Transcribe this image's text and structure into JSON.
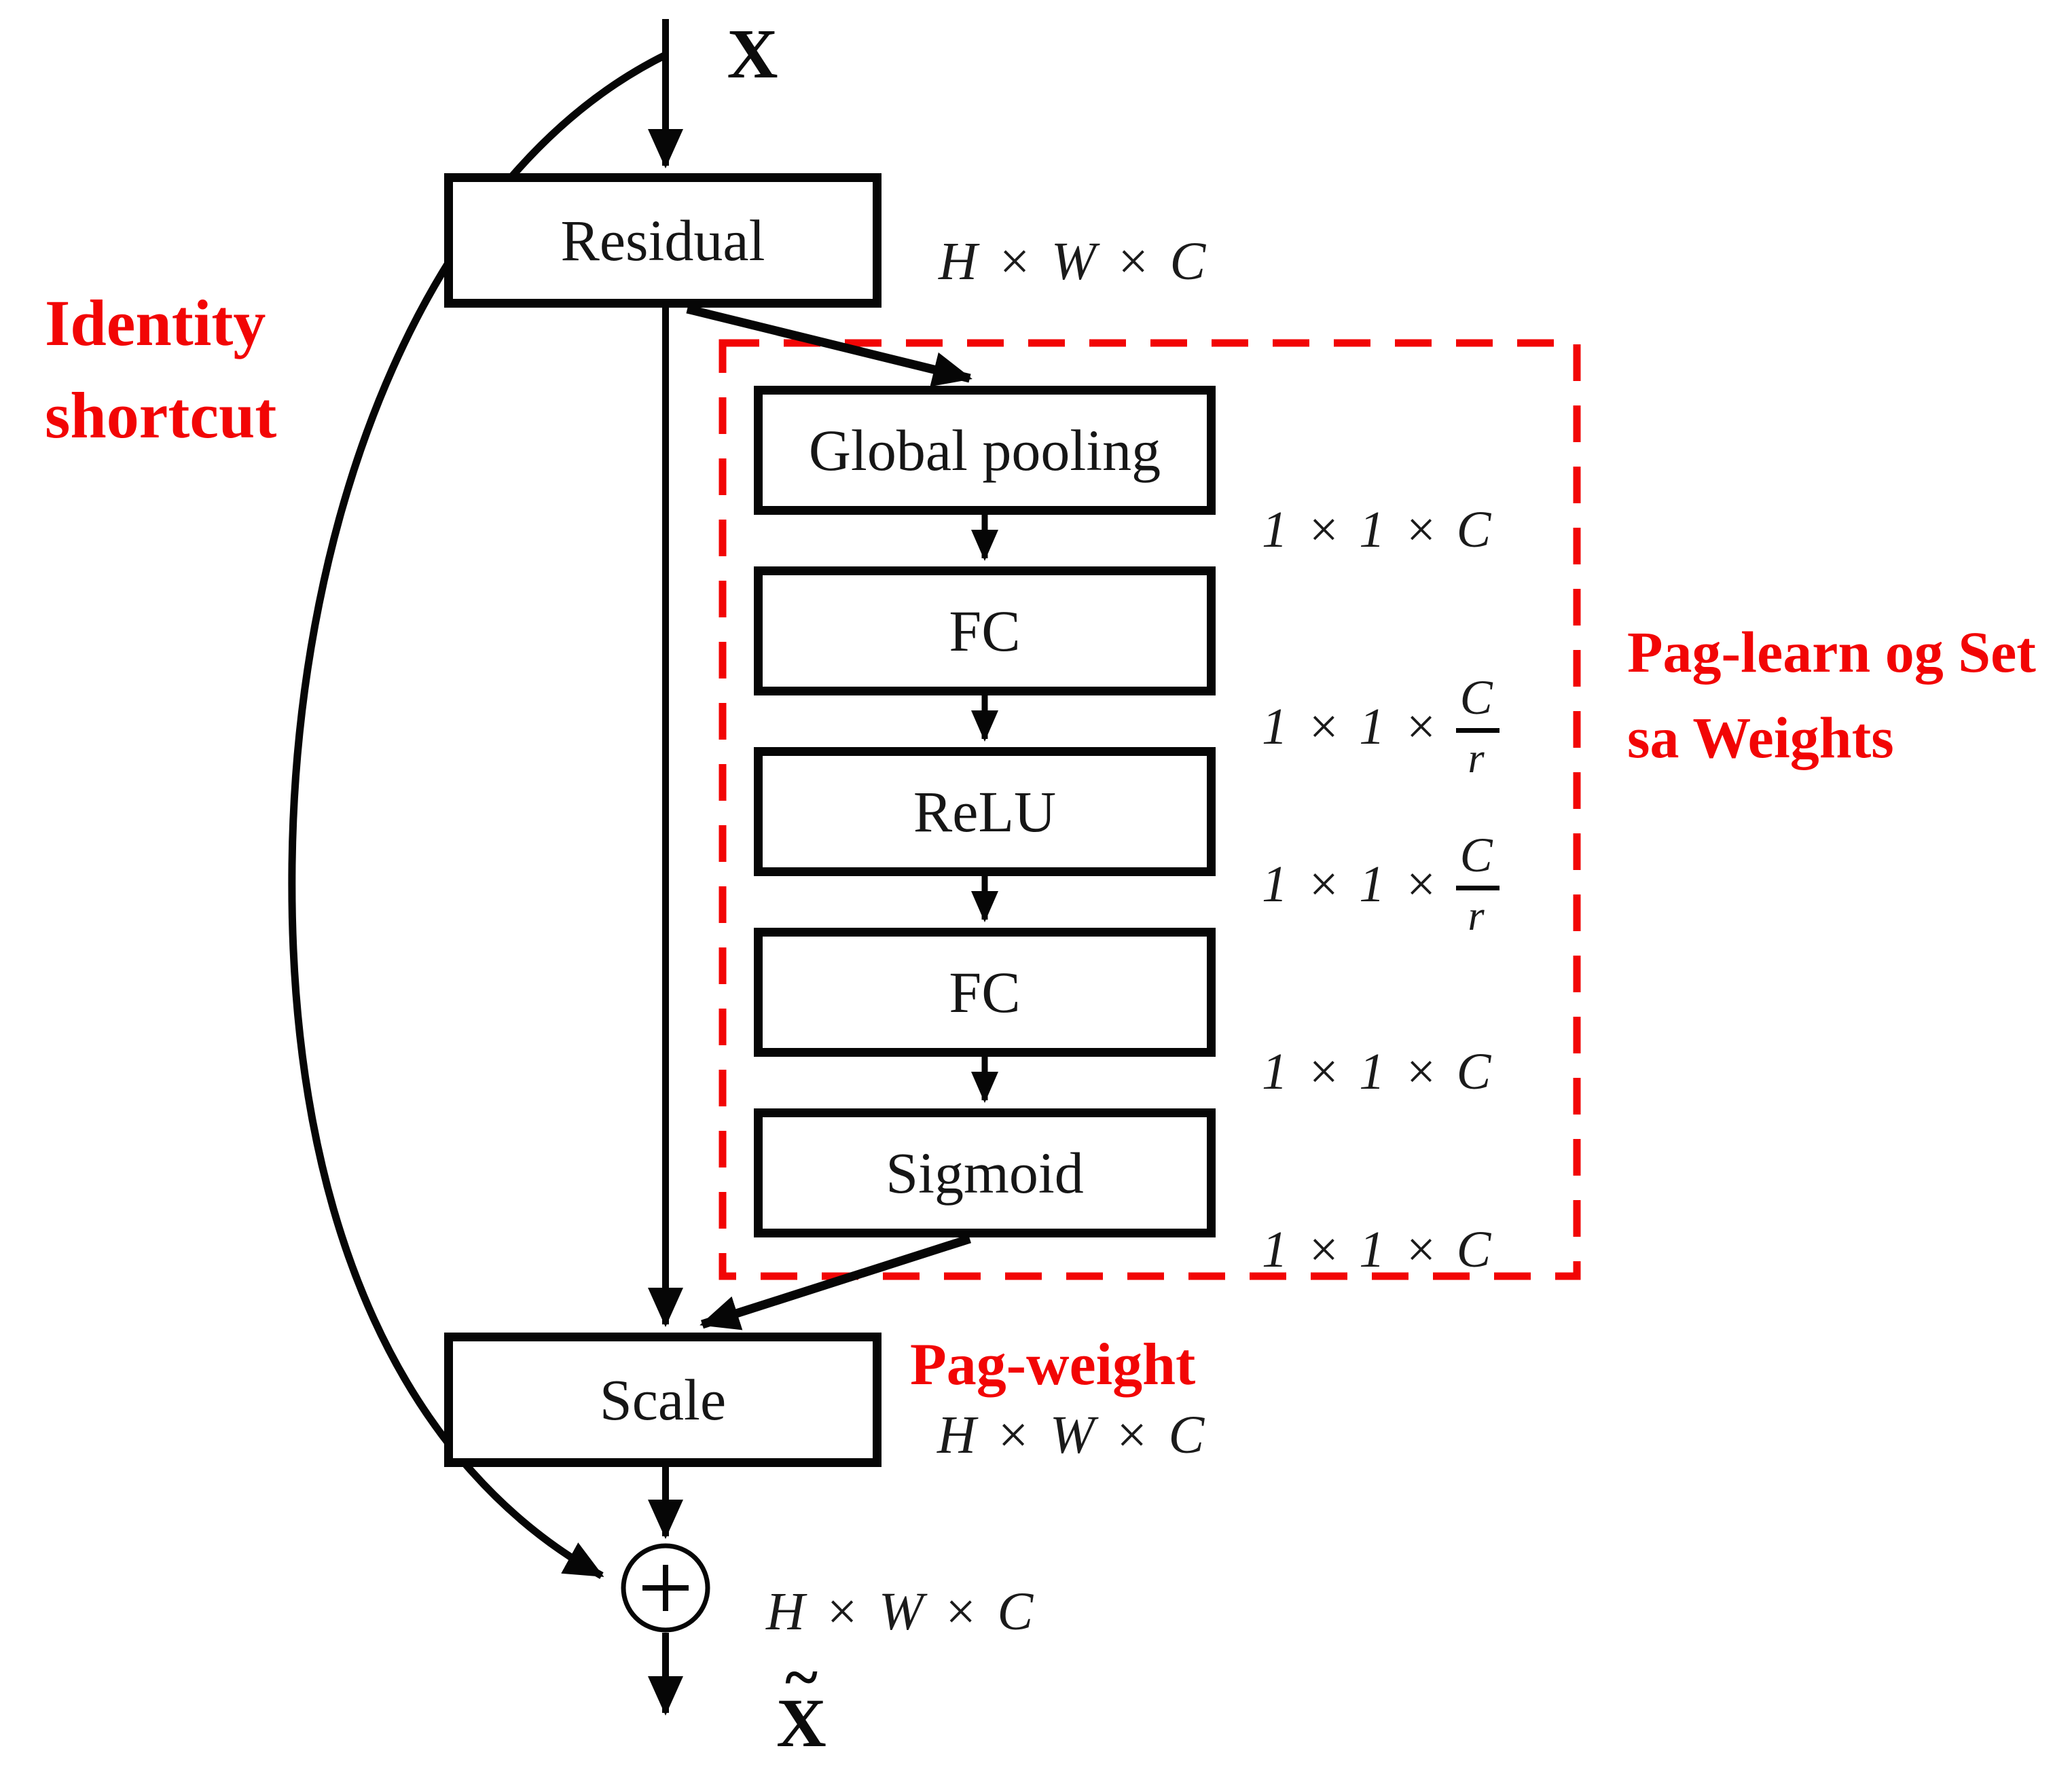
{
  "colors": {
    "annotation_red": "#f20505",
    "line_black": "#060606"
  },
  "io": {
    "input_label": "X",
    "output_tilde": "~",
    "output_label": "X"
  },
  "blocks": {
    "residual": "Residual",
    "global_pooling": "Global pooling",
    "fc_reduce": "FC",
    "relu": "ReLU",
    "fc_expand": "FC",
    "sigmoid": "Sigmoid",
    "scale": "Scale"
  },
  "dims": {
    "hwc": "H × W × C",
    "c11": "1 × 1 × C",
    "frac_prefix": "1 × 1 ×",
    "frac_numerator": "C",
    "frac_denominator": "r"
  },
  "annotations": {
    "identity_line1": "Identity",
    "identity_line2": "shortcut",
    "pag_learn_line1": "Pag-learn og Set",
    "pag_learn_line2": "sa Weights",
    "pag_weight": "Pag-weight"
  }
}
